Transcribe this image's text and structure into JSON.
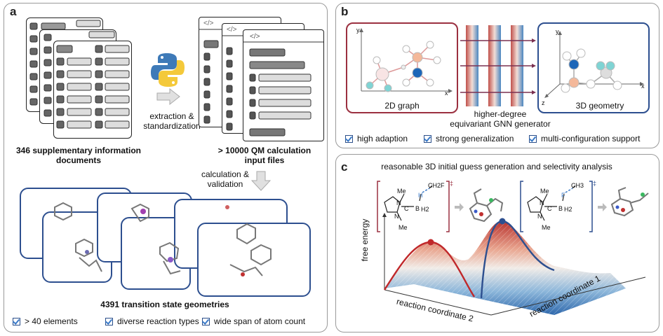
{
  "panel_a": {
    "label": "a",
    "docs_caption_1": "346 supplementary information",
    "docs_caption_2": "documents",
    "arrow_caption_1": "extraction &",
    "arrow_caption_2": "standardization",
    "files_caption_1": "> 10000 QM calculation",
    "files_caption_2": "input files",
    "file_tag": "</>",
    "calc_caption_1": "calculation &",
    "calc_caption_2": "validation",
    "ts_caption": "4391 transition state geometries",
    "checks": [
      "> 40 elements",
      "diverse reaction types",
      "wide span of atom count"
    ]
  },
  "panel_b": {
    "label": "b",
    "graph_caption": "2D graph",
    "gnn_caption_1": "higher-degree",
    "gnn_caption_2": "equivariant GNN generator",
    "geom_caption": "3D geometry",
    "axis_y": "y",
    "axis_x": "x",
    "axis_z": "z",
    "checks": [
      "high adaption",
      "strong generalization",
      "multi-configuration support"
    ]
  },
  "panel_c": {
    "label": "c",
    "title": "reasonable 3D initial guess generation and selectivity analysis",
    "yaxis": "free energy",
    "xaxis_1": "reaction coordinate 2",
    "xaxis_2": "reaction coordinate 1",
    "ts_mark": "‡",
    "mol1": {
      "me_top": "Me",
      "me_bottom": "Me",
      "n1": "N",
      "n2": "N",
      "c": "C",
      "b": "B",
      "bh2": "H2",
      "h": "H",
      "ch2f": "CH2F"
    },
    "mol2": {
      "me_top": "Me",
      "me_bottom": "Me",
      "n1": "N",
      "n2": "N",
      "c": "C",
      "b": "B",
      "bh2": "H2",
      "f": "F",
      "ch3": "CH3"
    }
  },
  "colors": {
    "accent_blue": "#2d4f8f",
    "accent_red": "#9b3040",
    "check": "#3a7ac8"
  }
}
